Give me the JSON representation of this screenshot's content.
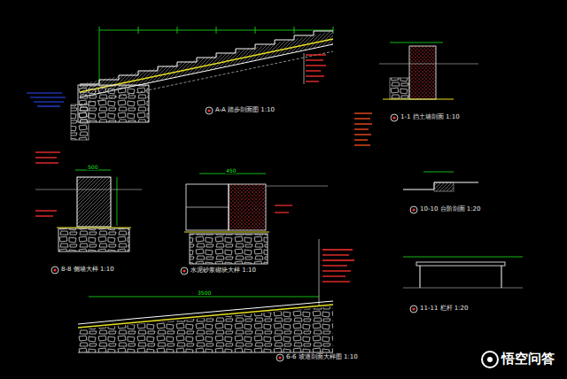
{
  "diagram": {
    "labels": [
      "A-A 踏步剖面图 1:10",
      "1-1 挡土墙剖面 1:10",
      "8-8 侧墙大样 1:10",
      "水泥砂浆砌块大样 1:10",
      "10-10 台阶剖面 1:20",
      "11-11 栏杆 1:20",
      "6-6 坡道剖面大样图 1:10",
      "3500",
      "500",
      "450",
      "悟空问答"
    ]
  }
}
